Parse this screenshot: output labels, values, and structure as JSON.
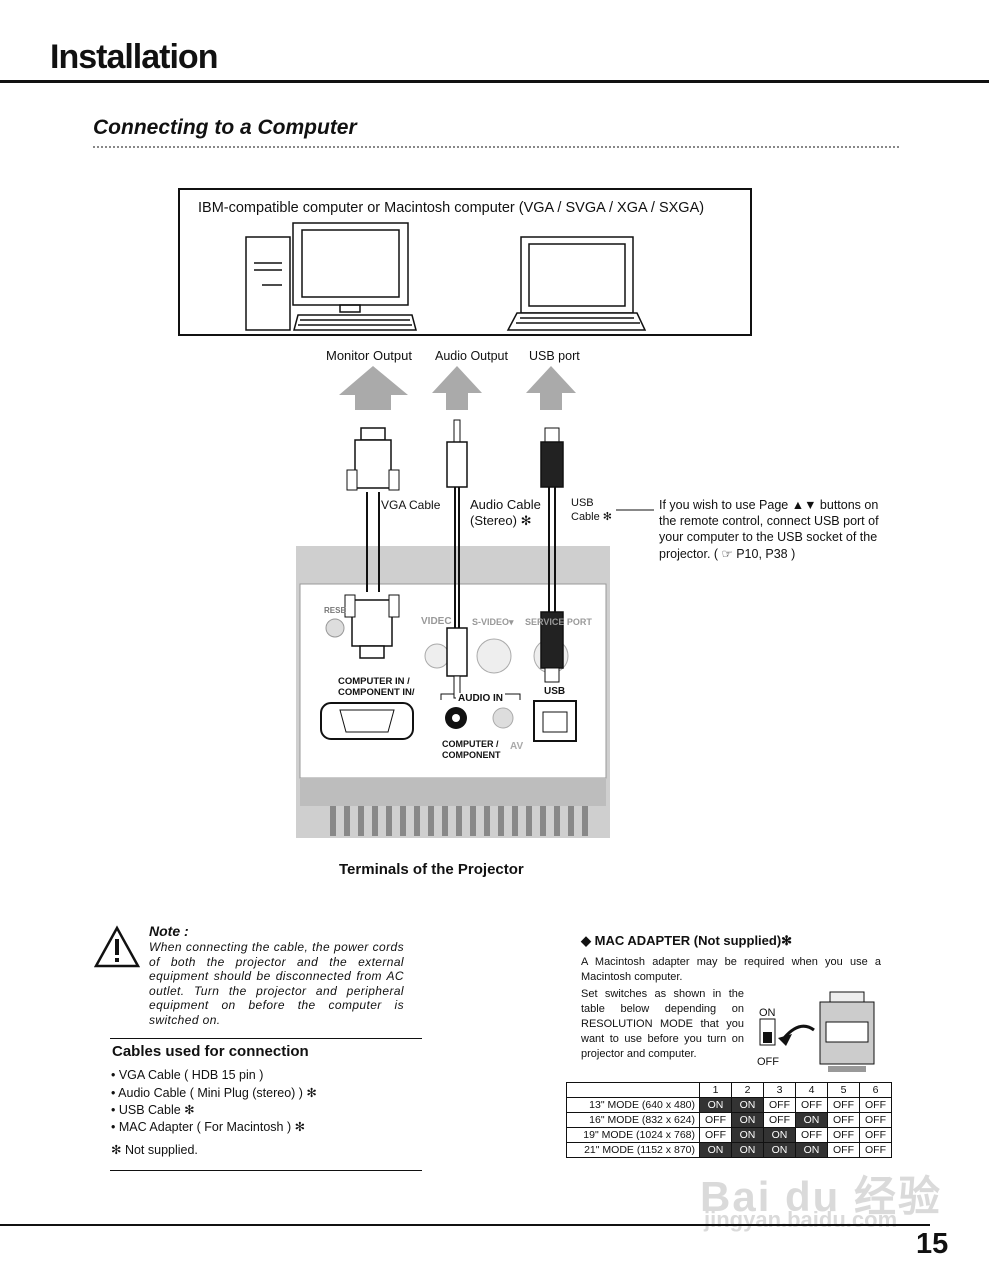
{
  "header": {
    "title": "Installation",
    "section_title": "Connecting to a Computer"
  },
  "diagram": {
    "computer_caption": "IBM-compatible computer or Macintosh computer (VGA / SVGA / XGA / SXGA)",
    "outputs": [
      "Monitor Output",
      "Audio Output",
      "USB port"
    ],
    "cable_labels": {
      "vga": "VGA Cable",
      "audio_line1": "Audio Cable",
      "audio_line2": "(Stereo) ✻",
      "usb_line1": "USB",
      "usb_line2": "Cable ✻"
    },
    "usb_note": [
      "If you wish to use Page ▲▼ buttons on",
      "the remote control, connect USB port of",
      "your computer to the USB socket of the",
      "projector. ( ☞ P10, P38 )"
    ],
    "panel_labels": {
      "reset": "RESE",
      "video": "VIDEC",
      "svideo": "S-VIDEO▾",
      "service": "SERVICE PORT",
      "computer_in_1": "COMPUTER IN  /",
      "computer_in_2": "COMPONENT IN/",
      "audio_in": "AUDIO  IN",
      "usb": "USB",
      "computer_comp_1": "COMPUTER /",
      "computer_comp_2": "COMPONENT",
      "av": "AV"
    },
    "caption": "Terminals of the Projector"
  },
  "note": {
    "title": "Note :",
    "text": "When connecting the cable, the power cords of both the projector and the external equipment should be disconnected from AC outlet.  Turn the projector and peripheral equipment on before the computer is switched on."
  },
  "cables": {
    "title": "Cables used for connection",
    "items": [
      "• VGA Cable ( HDB 15 pin )",
      "• Audio Cable ( Mini Plug (stereo) ) ✻",
      "• USB Cable ✻",
      "• MAC Adapter ( For Macintosh ) ✻"
    ],
    "footnote": "✻ Not supplied."
  },
  "mac_adapter": {
    "title": "◆ MAC ADAPTER (Not supplied)✻",
    "description": "A Macintosh adapter may be required when you use a Macintosh computer.",
    "instructions": "Set switches as shown in the table below depending on RESOLUTION MODE that you want to use before you turn on projector and computer.",
    "switch_on": "ON",
    "switch_off": "OFF",
    "table": {
      "columns": [
        "1",
        "2",
        "3",
        "4",
        "5",
        "6"
      ],
      "rows": [
        {
          "mode": "13\" MODE (640 x 480)",
          "values": [
            "ON",
            "ON",
            "OFF",
            "OFF",
            "OFF",
            "OFF"
          ]
        },
        {
          "mode": "16\" MODE (832 x 624)",
          "values": [
            "OFF",
            "ON",
            "OFF",
            "ON",
            "OFF",
            "OFF"
          ]
        },
        {
          "mode": "19\" MODE (1024 x 768)",
          "values": [
            "OFF",
            "ON",
            "ON",
            "OFF",
            "OFF",
            "OFF"
          ]
        },
        {
          "mode": "21\" MODE (1152 x 870)",
          "values": [
            "ON",
            "ON",
            "ON",
            "ON",
            "OFF",
            "OFF"
          ]
        }
      ]
    }
  },
  "watermark": {
    "text": "Bai du 经验",
    "url": "jingyan.baidu.com"
  },
  "page_number": "15"
}
